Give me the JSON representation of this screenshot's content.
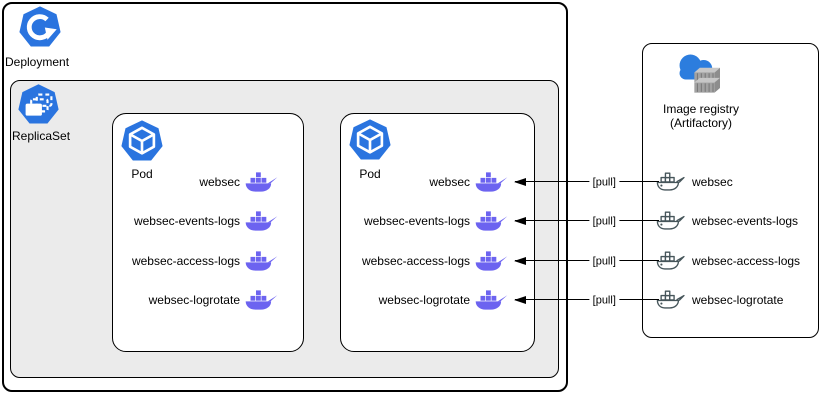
{
  "diagram": {
    "deployment": {
      "label": "Deployment"
    },
    "replicaset": {
      "label": "ReplicaSet"
    },
    "pods": [
      {
        "label": "Pod",
        "containers": [
          "websec",
          "websec-events-logs",
          "websec-access-logs",
          "websec-logrotate"
        ]
      },
      {
        "label": "Pod",
        "containers": [
          "websec",
          "websec-events-logs",
          "websec-access-logs",
          "websec-logrotate"
        ]
      }
    ],
    "registry": {
      "title_line1": "Image registry",
      "title_line2": "(Artifactory)",
      "images": [
        "websec",
        "websec-events-logs",
        "websec-access-logs",
        "websec-logrotate"
      ]
    },
    "pull_label": "[pull]",
    "icons": {
      "deployment": "k8s-deployment-icon",
      "replicaset": "k8s-replicaset-icon",
      "pod": "k8s-pod-icon",
      "registry": "cloud-container-registry-icon",
      "pod_container": "docker-whale-icon",
      "registry_image": "docker-whale-outline-icon"
    },
    "colors": {
      "k8s_blue": "#2A74DF",
      "docker_purple": "#6C63F0",
      "outline_gray": "#46555A",
      "cloud_blue": "#2C7DDE",
      "replicaset_bg": "#EBEBEB",
      "line": "#000000"
    }
  }
}
